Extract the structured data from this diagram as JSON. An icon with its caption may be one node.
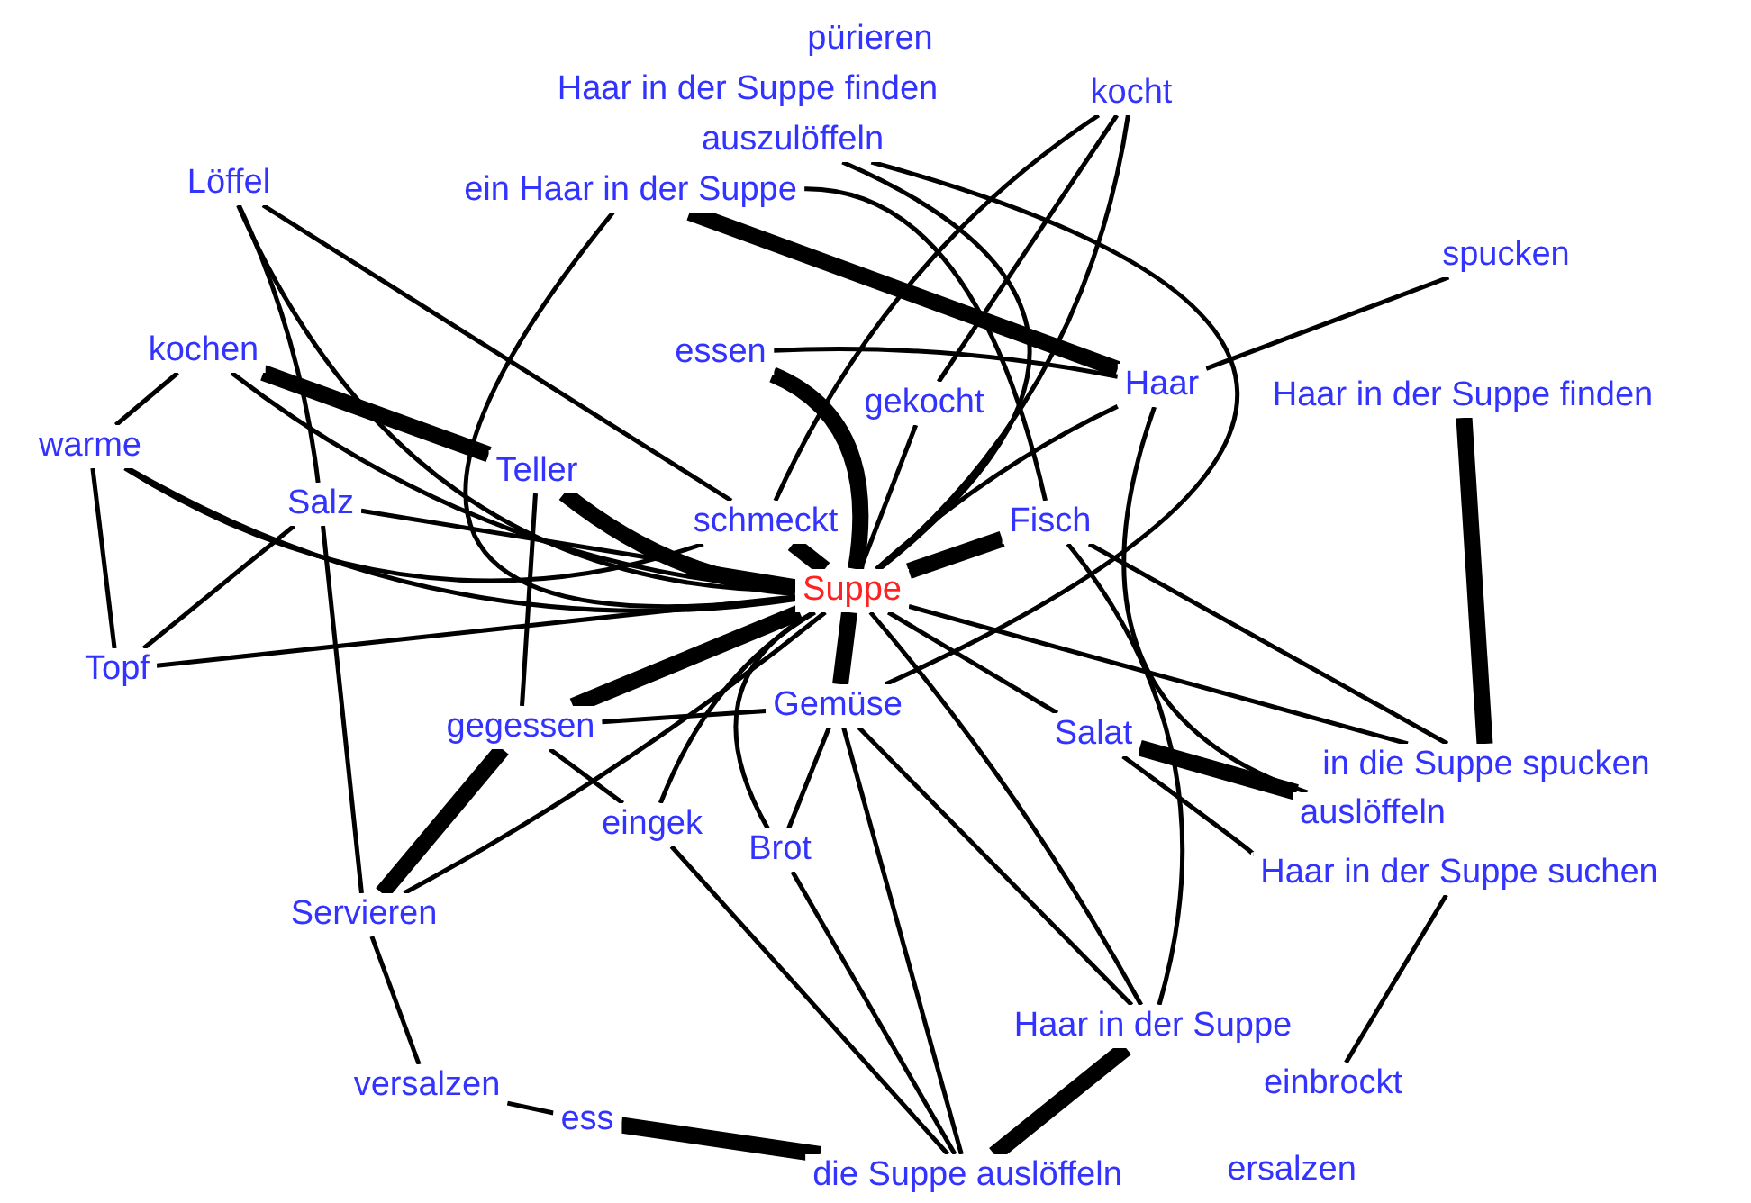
{
  "diagram": {
    "nodes": [
      {
        "text": [
          "pürieren"
        ]
      },
      {
        "text": [
          "Haar in der Suppe finden"
        ]
      },
      {
        "text": [
          "auszulöffeln"
        ]
      },
      {
        "text": [
          "kocht"
        ]
      },
      {
        "text": [
          "Löffel"
        ]
      },
      {
        "text": [
          "ein Haar in der Suppe"
        ]
      },
      {
        "text": [
          "spucken"
        ]
      },
      {
        "text": [
          "kochen"
        ]
      },
      {
        "text": [
          "essen"
        ]
      },
      {
        "text": [
          "gekocht"
        ]
      },
      {
        "text": [
          "Haar"
        ]
      },
      {
        "text": [
          "Haar in der Suppe finden"
        ]
      },
      {
        "text": [
          "warme"
        ]
      },
      {
        "text": [
          "Salz"
        ]
      },
      {
        "text": [
          "Teller"
        ]
      },
      {
        "text": [
          "schmeckt"
        ]
      },
      {
        "text": [
          "Fisch"
        ]
      },
      {
        "text": [
          "Suppe"
        ]
      },
      {
        "text": [
          "Topf"
        ]
      },
      {
        "text": [
          "gegessen"
        ]
      },
      {
        "text": [
          "Gemüse"
        ]
      },
      {
        "text": [
          "Salat"
        ]
      },
      {
        "text": [
          "in die Suppe spucken"
        ]
      },
      {
        "text": [
          "auslöffeln"
        ]
      },
      {
        "text": [
          "eingek"
        ]
      },
      {
        "text": [
          "Brot"
        ]
      },
      {
        "text": [
          "Haar in der Suppe suchen"
        ]
      },
      {
        "text": [
          "Servieren"
        ]
      },
      {
        "text": [
          "Haar in der Suppe"
        ]
      },
      {
        "text": [
          "einbrockt"
        ]
      },
      {
        "text": [
          "versalzen"
        ]
      },
      {
        "text": [
          "ess"
        ]
      },
      {
        "text": [
          "die Suppe auslöffeln"
        ]
      },
      {
        "text": [
          "ersalzen"
        ]
      }
    ],
    "edges": [
      {
        "from": 17,
        "to": 15,
        "arrow": "none",
        "style": "thick"
      },
      {
        "from": 17,
        "to": 8,
        "arrow": "none",
        "style": "thick"
      },
      {
        "from": 17,
        "to": 9,
        "arrow": "none"
      },
      {
        "from": 17,
        "to": 16,
        "arrow": "none",
        "style": "thick"
      },
      {
        "from": 17,
        "to": 20,
        "arrow": "none",
        "style": "thick"
      },
      {
        "from": 17,
        "to": 21,
        "arrow": "none"
      },
      {
        "from": 17,
        "to": 19,
        "arrow": "none",
        "style": "thick"
      },
      {
        "from": 17,
        "to": 14,
        "arrow": "none",
        "style": "thick"
      },
      {
        "from": 17,
        "to": 13,
        "arrow": "none"
      },
      {
        "from": 17,
        "to": 25,
        "arrow": "none"
      },
      {
        "from": 17,
        "to": 24,
        "arrow": "none"
      },
      {
        "from": 17,
        "to": 28,
        "arrow": "none"
      },
      {
        "from": 20,
        "to": 32,
        "arrow": "none"
      },
      {
        "from": 17,
        "to": 10,
        "arrow": "none"
      },
      {
        "from": 17,
        "to": 3,
        "arrow": "none"
      },
      {
        "from": 17,
        "to": 2,
        "arrow": "none"
      },
      {
        "from": 17,
        "to": 5,
        "arrow": "none"
      },
      {
        "from": 17,
        "to": 7,
        "arrow": "none"
      },
      {
        "from": 17,
        "to": 12,
        "arrow": "none"
      },
      {
        "from": 17,
        "to": 18,
        "arrow": "none"
      },
      {
        "from": 17,
        "to": 27,
        "arrow": "none"
      },
      {
        "from": 17,
        "to": 4,
        "arrow": "none"
      },
      {
        "from": 17,
        "to": 22,
        "arrow": "none"
      },
      {
        "from": 4,
        "to": 13,
        "arrow": "none"
      },
      {
        "from": 4,
        "to": 15,
        "arrow": "none"
      },
      {
        "from": 5,
        "to": 16,
        "arrow": "none"
      },
      {
        "from": 5,
        "to": 10,
        "arrow": "none",
        "style": "thick"
      },
      {
        "from": 3,
        "to": 15,
        "arrow": "none"
      },
      {
        "from": 3,
        "to": 9,
        "arrow": "none"
      },
      {
        "from": 2,
        "to": 20,
        "arrow": "none"
      },
      {
        "from": 6,
        "to": 10,
        "arrow": "none"
      },
      {
        "from": 11,
        "to": 22,
        "arrow": "none",
        "style": "thick"
      },
      {
        "from": 16,
        "to": 22,
        "arrow": "none"
      },
      {
        "from": 10,
        "to": 23,
        "arrow": "none"
      },
      {
        "from": 10,
        "to": 8,
        "arrow": "none"
      },
      {
        "from": 21,
        "to": 23,
        "arrow": "none",
        "style": "thick"
      },
      {
        "from": 21,
        "to": 26,
        "arrow": "none"
      },
      {
        "from": 28,
        "to": 32,
        "arrow": "none",
        "style": "thick"
      },
      {
        "from": 28,
        "to": 20,
        "arrow": "none"
      },
      {
        "from": 28,
        "to": 16,
        "arrow": "none"
      },
      {
        "from": 32,
        "to": 25,
        "arrow": "none"
      },
      {
        "from": 32,
        "to": 31,
        "arrow": "none",
        "style": "thick"
      },
      {
        "from": 32,
        "to": 24,
        "arrow": "none"
      },
      {
        "from": 31,
        "to": 30,
        "arrow": "none"
      },
      {
        "from": 30,
        "to": 27,
        "arrow": "none"
      },
      {
        "from": 27,
        "to": 13,
        "arrow": "none"
      },
      {
        "from": 27,
        "to": 19,
        "arrow": "none",
        "style": "thick"
      },
      {
        "from": 18,
        "to": 12,
        "arrow": "none"
      },
      {
        "from": 18,
        "to": 13,
        "arrow": "none"
      },
      {
        "from": 7,
        "to": 12,
        "arrow": "none"
      },
      {
        "from": 7,
        "to": 14,
        "arrow": "none",
        "style": "thick"
      },
      {
        "from": 19,
        "to": 14,
        "arrow": "none"
      },
      {
        "from": 19,
        "to": 20,
        "arrow": "none"
      },
      {
        "from": 25,
        "to": 20,
        "arrow": "none"
      },
      {
        "from": 24,
        "to": 19,
        "arrow": "none"
      },
      {
        "from": 29,
        "to": 26,
        "arrow": "none"
      },
      {
        "from": 12,
        "to": 15,
        "arrow": "none"
      }
    ]
  }
}
